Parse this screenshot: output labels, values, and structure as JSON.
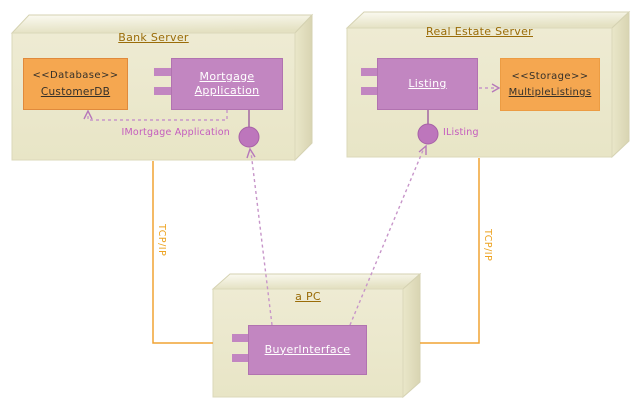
{
  "diagram_type": "uml-deployment-diagram",
  "nodes": {
    "bank_server": {
      "title": "Bank Server"
    },
    "real_estate_server": {
      "title": "Real Estate Server"
    },
    "pc": {
      "title": "a PC"
    }
  },
  "components": {
    "mortgage_application": {
      "line1": "Mortgage",
      "line2": "Application"
    },
    "listing": {
      "label": "Listing"
    },
    "buyer_interface": {
      "label": "BuyerInterface"
    }
  },
  "artifacts": {
    "customer_db": {
      "stereotype": "<<Database>>",
      "name": "CustomerDB"
    },
    "multiple_listings": {
      "stereotype": "<<Storage>>",
      "name": "MultipleListings"
    }
  },
  "interface_labels": {
    "imortgage": "IMortgage Application",
    "ilisting": "IListing"
  },
  "link_labels": {
    "left_tcp": "TCP/IP",
    "right_tcp": "TCP/IP"
  },
  "colors": {
    "node_front": "#ebe8cc",
    "node_top_light": "#fbfaf1",
    "node_side_dark": "#d8d4b2",
    "node_edge": "#d5d2b2",
    "component_fill": "#c286c1",
    "component_text": "#ffffff",
    "artifact_fill": "#f5a750",
    "artifact_border": "#e08a3c",
    "artifact_text": "#34302a",
    "link_orange": "#f0a334",
    "title_olive": "#9a6c08",
    "interface_label_magenta": "#c45cbe",
    "connector_purple": "#a365a2",
    "dashed_purple": "#c795c9",
    "ball_fill": "#bd76bc",
    "glyph_gray": "#85857d"
  }
}
